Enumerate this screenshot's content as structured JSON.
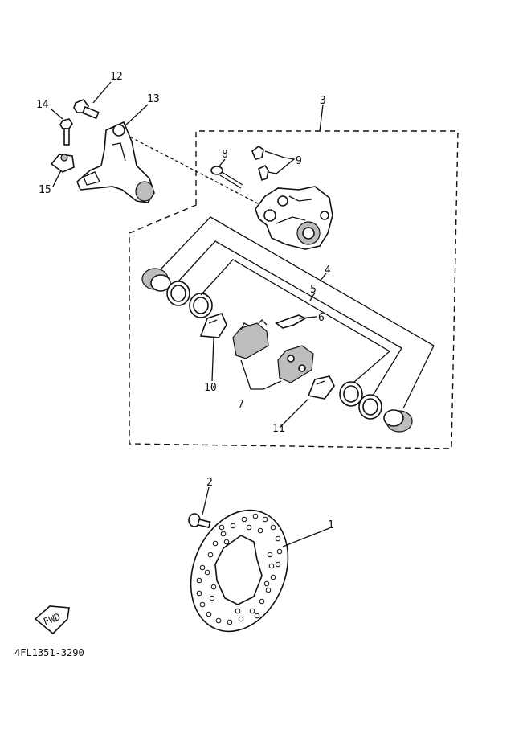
{
  "callouts": {
    "c1": "1",
    "c2": "2",
    "c3": "3",
    "c4": "4",
    "c5": "5",
    "c6": "6",
    "c7": "7",
    "c8": "8",
    "c9": "9",
    "c10": "10",
    "c11": "11",
    "c12": "12",
    "c13": "13",
    "c14": "14",
    "c15": "15"
  },
  "fwd_label": "FWD",
  "diagram_code": "4FL1351-3290"
}
